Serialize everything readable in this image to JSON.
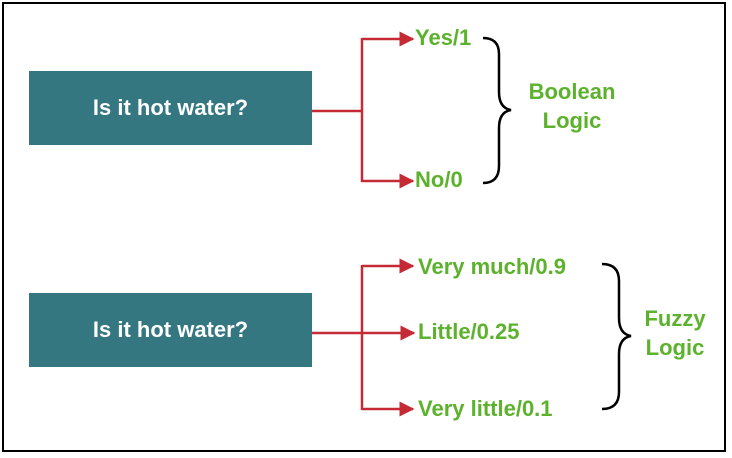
{
  "boolean_section": {
    "question": "Is it hot water?",
    "answers": [
      "Yes/1",
      "No/0"
    ],
    "group_label_line1": "Boolean",
    "group_label_line2": "Logic"
  },
  "fuzzy_section": {
    "question": "Is it hot water?",
    "answers": [
      "Very much/0.9",
      "Little/0.25",
      "Very little/0.1"
    ],
    "group_label_line1": "Fuzzy",
    "group_label_line2": "Logic"
  },
  "colors": {
    "box_fill": "#357780",
    "box_text": "#ffffff",
    "arrow": "#c62b35",
    "answer_text": "#5cb22c",
    "brace": "#000000",
    "border": "#000000"
  }
}
